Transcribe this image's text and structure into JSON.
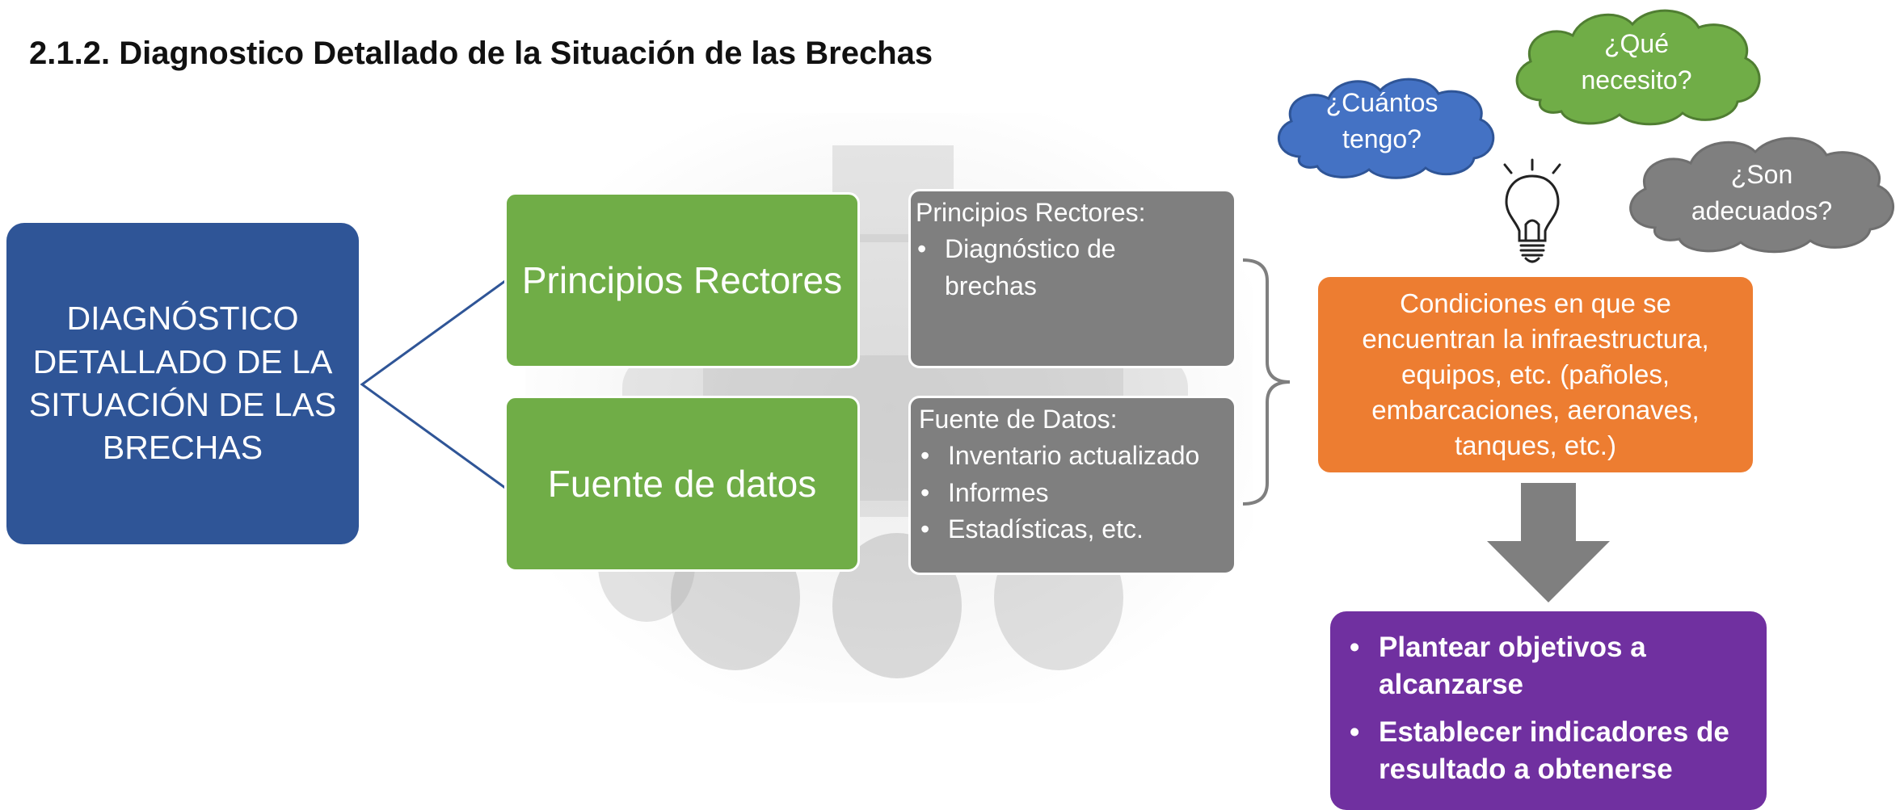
{
  "title": "2.1.2. Diagnostico Detallado de la Situación de las Brechas",
  "main_box": {
    "lines": [
      "DIAGNÓSTICO",
      "DETALLADO DE LA",
      "SITUACIÓN DE LAS",
      "BRECHAS"
    ],
    "color": "#2f5597"
  },
  "green_boxes": [
    {
      "label": "Principios Rectores"
    },
    {
      "label": "Fuente de datos"
    }
  ],
  "green_color": "#70ad47",
  "gray_boxes": [
    {
      "heading": "Principios Rectores:",
      "items": [
        "Diagnóstico de brechas"
      ]
    },
    {
      "heading": "Fuente de Datos:",
      "items": [
        "Inventario actualizado",
        "Informes",
        "Estadísticas, etc."
      ]
    }
  ],
  "gray_color": "#7f7f7f",
  "orange_box": {
    "lines": [
      "Condiciones en que se",
      "encuentran la infraestructura,",
      "equipos, etc. (pañoles,",
      "embarcaciones, aeronaves,",
      "tanques, etc.)"
    ],
    "color": "#ed7d31"
  },
  "purple_box": {
    "items": [
      "Plantear objetivos a alcanzarse",
      "Establecer indicadores de resultado a obtenerse"
    ],
    "color": "#7030a0"
  },
  "clouds": [
    {
      "lines": [
        "¿Cuántos",
        "tengo?"
      ],
      "color": "#4472c4"
    },
    {
      "lines": [
        "¿Qué",
        "necesito?"
      ],
      "color": "#70ad47"
    },
    {
      "lines": [
        "¿Son",
        "adecuados?"
      ],
      "color": "#7f7f7f"
    }
  ],
  "icons": {
    "lightbulb": "lightbulb-icon",
    "arrow": "down-arrow-icon"
  }
}
